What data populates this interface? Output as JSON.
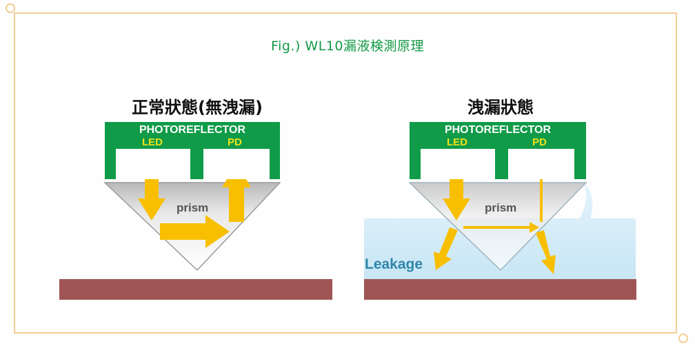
{
  "figure_title": "Fig.) WL10漏液検測原理",
  "left_panel": {
    "title": "正常狀態(無洩漏)",
    "sensor_label": "PHOTOREFLECTOR",
    "led_label": "LED",
    "pd_label": "PD",
    "prism_label": "prism"
  },
  "right_panel": {
    "title": "洩漏狀態",
    "sensor_label": "PHOTOREFLECTOR",
    "led_label": "LED",
    "pd_label": "PD",
    "prism_label": "prism",
    "leak_label": "Leakage"
  },
  "colors": {
    "sensor_green": "#0f9b48",
    "arrow_yellow": "#f8bf00",
    "floor": "#a05555",
    "water": "#cfe9f6",
    "frame": "#f4cc93",
    "title_green": "#129a45"
  }
}
